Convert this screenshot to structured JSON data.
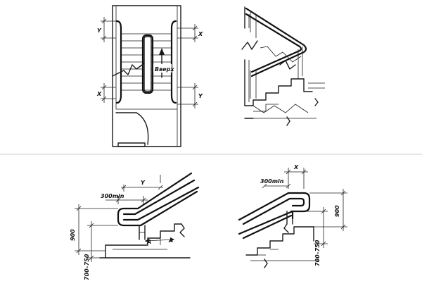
{
  "labels": {
    "up_arrow": "Вверх",
    "dim_y": "Y",
    "dim_x": "X",
    "dim_300min": "300min",
    "dim_900": "900",
    "dim_700_750": "700–750",
    "dim_a": "A"
  },
  "colors": {
    "line": "#1a1a1a",
    "background": "#ffffff",
    "separator": "#cfcfcf"
  }
}
